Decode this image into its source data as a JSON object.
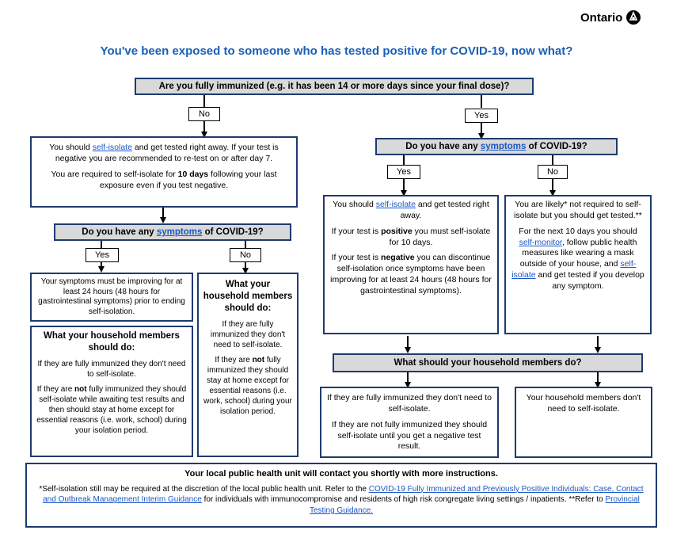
{
  "logo": {
    "text": "Ontario",
    "icon": "trillium-icon"
  },
  "title": "You've been exposed to someone who has tested positive for COVID-19, now what?",
  "q_immunized": "Are you fully immunized (e.g. it has been 14 or more days since your final dose)?",
  "left": {
    "no_label": "No",
    "isolate_box": {
      "p1_pre": "You should ",
      "p1_link": "self-isolate",
      "p1_post": " and get tested right away. If your test is negative you are recommended to re-test on or after day 7.",
      "p2_pre": "You are required to self-isolate for ",
      "p2_bold": "10 days",
      "p2_post": " following your last exposure even if you test negative."
    },
    "q_symptoms": {
      "pre": "Do you have any ",
      "link": "symptoms",
      "post": " of COVID-19?"
    },
    "yes_label": "Yes",
    "no_label2": "No",
    "yes_box": "Your symptoms must be improving for at least 24 hours (48 hours for gastrointestinal symptoms) prior to ending self-isolation.",
    "household_yes": {
      "heading": "What your household members should do:",
      "p1": "If they are fully immunized they don't need to self-isolate.",
      "p2_pre": "If they are ",
      "p2_bold": "not",
      "p2_post": " fully immunized they should self-isolate while awaiting test results and then should stay at home except for essential reasons (i.e. work, school) during your isolation period."
    },
    "household_no": {
      "heading": "What your household members should do:",
      "p1": "If they are fully immunized they don't need to self-isolate.",
      "p2_pre": "If they are ",
      "p2_bold": "not",
      "p2_post": " fully immunized they should stay at home except for essential reasons (i.e. work, school) during your isolation period."
    }
  },
  "right": {
    "yes_label": "Yes",
    "q_symptoms": {
      "pre": "Do you have any ",
      "link": "symptoms",
      "post": " of COVID-19?"
    },
    "yes_label2": "Yes",
    "no_label": "No",
    "yes_box": {
      "p1_pre": "You should ",
      "p1_link": "self-isolate",
      "p1_post": " and get tested right away.",
      "p2_pre": "If your test is ",
      "p2_bold": "positive",
      "p2_post": " you must self-isolate for 10 days.",
      "p3_pre": "If your test is ",
      "p3_bold": "negative",
      "p3_post": " you can discontinue self-isolation once symptoms have been improving for at least 24 hours (48 hours for gastrointestinal symptoms)."
    },
    "no_box": {
      "p1": "You are likely* not required to self-isolate but you should get tested.**",
      "p2_pre": "For the next 10 days you should ",
      "p2_link": "self-monitor",
      "p2_mid": ", follow public health measures like wearing a mask outside of your house, and ",
      "p2_link2": "self-isolate",
      "p2_post": " and get tested if you develop any symptom."
    },
    "q_household": "What should your household members do?",
    "household_left": {
      "p1": "If they are fully immunized they don't need to self-isolate.",
      "p2": "If they are not fully immunized they should self-isolate until you get a negative test result."
    },
    "household_right": "Your household members don't need to self-isolate."
  },
  "footer": {
    "heading": "Your local public health unit will contact you shortly with more instructions.",
    "pre": "*Self-isolation still may be required at the discretion of the local public health unit. Refer to the ",
    "link1": "COVID-19 Fully Immunized and Previously Positive Individuals: Case, Contact and Outbreak Management Interim Guidance",
    "mid": " for individuals with immunocompromise and residents of high risk congregate living settings / inpatients. **Refer to ",
    "link2": "Provincial Testing Guidance.",
    "post": ""
  }
}
